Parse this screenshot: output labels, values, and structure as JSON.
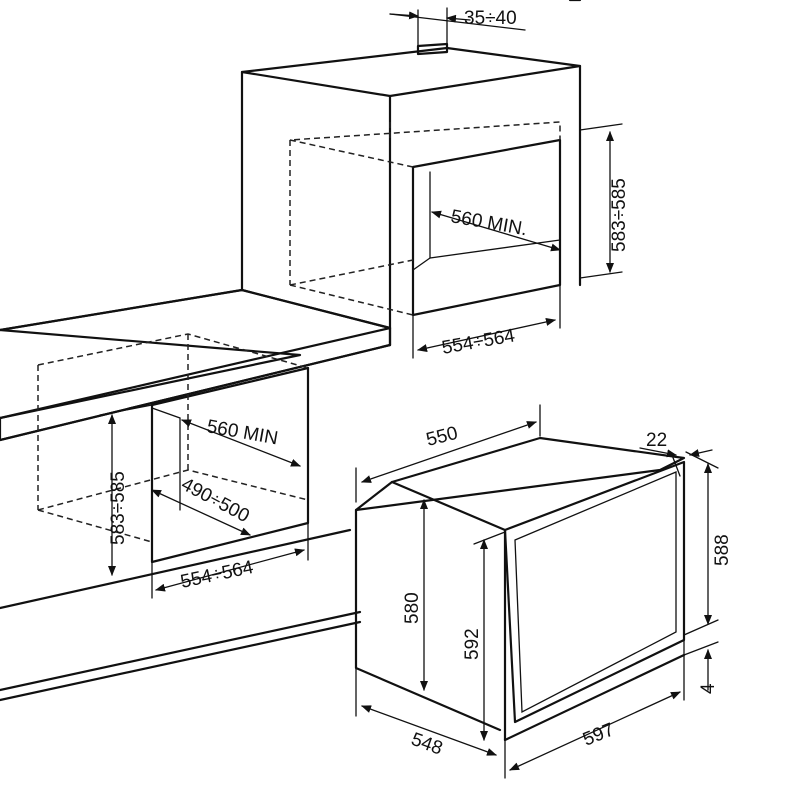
{
  "diagram": {
    "stroke_color": "#111111",
    "background_color": "#ffffff"
  },
  "dimensions": {
    "top_vent": "35÷40",
    "column_height": "583÷585",
    "column_depth_min": "560 MIN.",
    "column_width": "554÷564",
    "under_depth_min": "560 MIN",
    "under_height": "583÷585",
    "under_inner_depth": "490÷500",
    "under_width": "554÷564",
    "oven_top_depth": "550",
    "oven_door_depth": "22",
    "oven_door_height": "588",
    "oven_gap": "4",
    "oven_body_height": "580",
    "oven_front_height": "592",
    "oven_body_depth": "548",
    "oven_width": "597"
  }
}
